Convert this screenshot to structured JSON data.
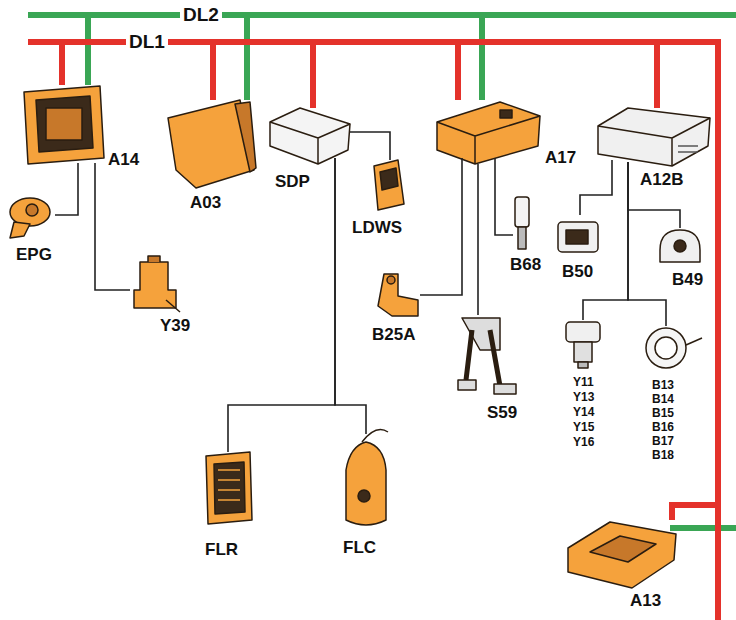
{
  "diagram": {
    "nodes": [
      {
        "text": [
          "A14"
        ]
      },
      {
        "text": [
          "EPG"
        ]
      },
      {
        "text": [
          "Y39"
        ]
      },
      {
        "text": [
          "A03"
        ]
      },
      {
        "text": [
          "SDP"
        ]
      },
      {
        "text": [
          "LDWS"
        ]
      },
      {
        "text": [
          "A17"
        ]
      },
      {
        "text": [
          "B68"
        ]
      },
      {
        "text": [
          "B25A"
        ]
      },
      {
        "text": [
          "S59"
        ]
      },
      {
        "text": [
          "A12B"
        ]
      },
      {
        "text": [
          "B50"
        ]
      },
      {
        "text": [
          "B49"
        ]
      },
      {
        "text": [
          "Y11",
          "Y13",
          "Y14",
          "Y15",
          "Y16"
        ]
      },
      {
        "text": [
          "B13",
          "B14",
          "B15",
          "B16",
          "B17",
          "B18"
        ]
      },
      {
        "text": [
          "FLR"
        ]
      },
      {
        "text": [
          "FLC"
        ]
      },
      {
        "text": [
          "A13"
        ]
      }
    ],
    "edges": [
      {
        "from": 0,
        "to": 1,
        "arrow": "none"
      },
      {
        "from": 0,
        "to": 2,
        "arrow": "none"
      },
      {
        "from": 4,
        "to": 5,
        "arrow": "none"
      },
      {
        "from": 6,
        "to": 7,
        "arrow": "none"
      },
      {
        "from": 6,
        "to": 8,
        "arrow": "none"
      },
      {
        "from": 6,
        "to": 9,
        "arrow": "none"
      },
      {
        "from": 10,
        "to": 11,
        "arrow": "none"
      },
      {
        "from": 10,
        "to": 12,
        "arrow": "none"
      },
      {
        "from": 10,
        "to": 13,
        "arrow": "none"
      },
      {
        "from": 10,
        "to": 14,
        "arrow": "none"
      },
      {
        "from": 4,
        "to": 15,
        "arrow": "none"
      },
      {
        "from": 4,
        "to": 16,
        "arrow": "none"
      }
    ],
    "labels": [
      "DL2",
      "DL1"
    ]
  }
}
